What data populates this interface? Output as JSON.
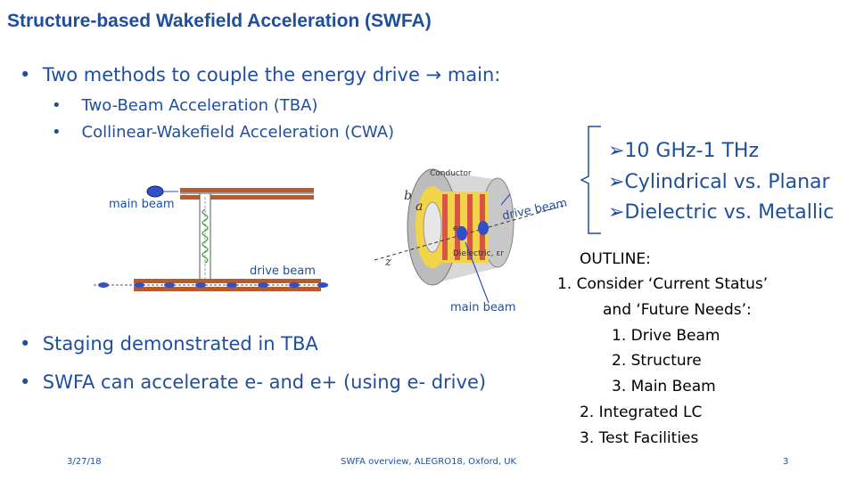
{
  "slide": {
    "title": "Structure-based Wakefield Acceleration (SWFA)",
    "bullet_main": "Two methods to couple the energy drive → main:",
    "sub_bullets": [
      "Two-Beam Acceleration (TBA)",
      "Collinear-Wakefield Acceleration (CWA)"
    ],
    "lower_bullets": [
      "Staging demonstrated in TBA",
      "SWFA can accelerate e- and e+ (using e- drive)"
    ],
    "right_list": [
      "➢10 GHz-1 THz",
      "➢Cylindrical vs. Planar",
      "➢Dielectric vs. Metallic"
    ],
    "outline_title": "OUTLINE:",
    "outline_items": [
      "1. Consider ‘Current Status’",
      "and ‘Future Needs’:",
      "1. Drive Beam",
      "2. Structure",
      "3. Main Beam",
      "2. Integrated LC",
      "3. Test Facilities"
    ],
    "footer": {
      "date": "3/27/18",
      "center": "SWFA overview, ALEGRO18, Oxford, UK",
      "page": "3"
    }
  },
  "figure_tba": {
    "main_beam_label": "main beam",
    "drive_beam_label": "drive beam"
  },
  "figure_cwa": {
    "conductor_label": "Conductor",
    "dielectric_label": "Dielectric, εr",
    "b_label": "b",
    "a_label": "a",
    "e_label": "e⁻",
    "z_label": "z",
    "drive_beam_label": "drive beam",
    "main_beam_label": "main beam"
  },
  "colors": {
    "text_blue": "#1f4e9c",
    "structure_brown": "#b85a2a",
    "beam_blue": "#3050c8",
    "dielectric_yellow": "#f2d44a",
    "dielectric_red": "#d64040"
  }
}
